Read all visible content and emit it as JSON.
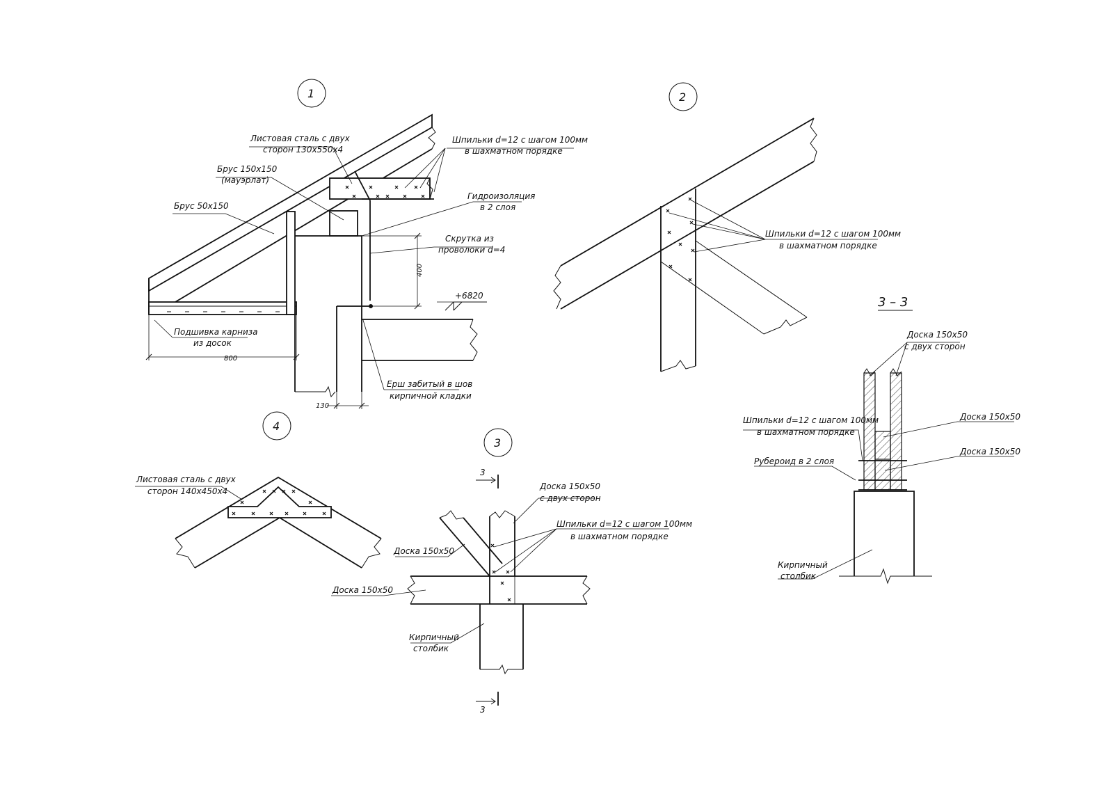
{
  "details": {
    "d1": {
      "number": "1",
      "steel_plate_l1": "Листовая сталь с двух",
      "steel_plate_l2": "сторон 130x550x4",
      "studs_l1": "Шпильки d=12 с шагом 100мм",
      "studs_l2": "в шахматном порядке",
      "beam150_l1": "Брус 150x150",
      "beam150_l2": "(мауэрлат)",
      "beam50": "Брус 50x150",
      "waterproof_l1": "Гидроизоляция",
      "waterproof_l2": "в 2 слоя",
      "wire_l1": "Скрутка из",
      "wire_l2": "проволоки d=4",
      "dim400": "400",
      "level": "+6820",
      "soffit_l1": "Подшивка карниза",
      "soffit_l2": "из досок",
      "dim800": "800",
      "ruff_l1": "Ерш забитый в шов",
      "ruff_l2": "кирпичной кладки",
      "dim130": "130"
    },
    "d2": {
      "number": "2",
      "studs_l1": "Шпильки d=12 с шагом 100мм",
      "studs_l2": "в шахматном порядке"
    },
    "d3": {
      "number": "3",
      "board_pair_l1": "Доска 150x50",
      "board_pair_l2": "с двух сторон",
      "studs_l1": "Шпильки d=12 с шагом 100мм",
      "studs_l2": "в шахматном порядке",
      "board_strut": "Доска 150x50",
      "board_beam": "Доска 150x50",
      "brick_l1": "Кирпичный",
      "brick_l2": "столбик",
      "cut_mark_top": "3",
      "cut_mark_bottom": "3"
    },
    "d4": {
      "number": "4",
      "steel_plate_l1": "Листовая сталь с двух",
      "steel_plate_l2": "сторон 140x450x4"
    },
    "section": {
      "title": "3 – 3",
      "board_pair_l1": "Доска 150x50",
      "board_pair_l2": "с двух сторон",
      "studs_l1": "Шпильки d=12 с шагом 100мм",
      "studs_l2": "в шахматном порядке",
      "board_a": "Доска 150x50",
      "board_b": "Доска 150x50",
      "roofing_felt": "Рубероид в 2 слоя",
      "brick_l1": "Кирпичный",
      "brick_l2": "столбик"
    }
  }
}
